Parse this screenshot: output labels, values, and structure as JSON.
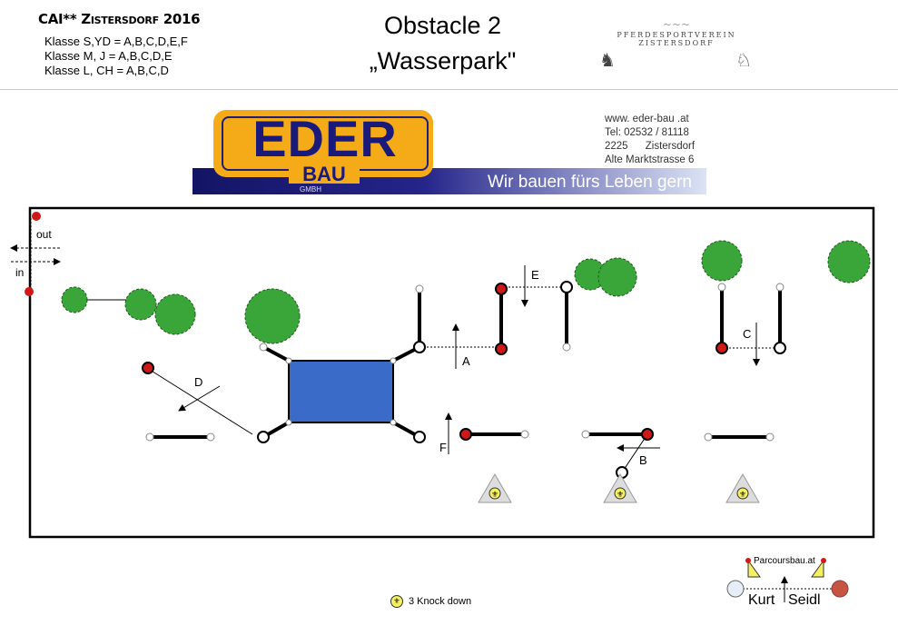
{
  "header": {
    "event": "CAI** Zistersdorf 2016",
    "classes": [
      "Klasse S,YD = A,B,C,D,E,F",
      "Klasse M, J = A,B,C,D,E",
      "Klasse L, CH = A,B,C,D"
    ],
    "title_line1": "Obstacle 2",
    "title_line2": "„Wasserpark\"",
    "club": "PFERDESPORTVEREIN ZISTERSDORF"
  },
  "sponsor": {
    "name": "EDER",
    "sub": "BAU",
    "form": "GMBH",
    "contact": [
      "www. eder-bau .at",
      "Tel: 02532 / 81118",
      "2225      Zistersdorf",
      "Alte Marktstrasse 6"
    ],
    "slogan": "Wir bauen fürs Leben gern"
  },
  "course": {
    "gate_labels": {
      "out": "out",
      "in": "in"
    },
    "gates": [
      "A",
      "B",
      "C",
      "D",
      "E",
      "F"
    ],
    "colors": {
      "red": "#d01818",
      "water": "#3a6bc8",
      "tree": "#3aa63a",
      "cone": "#f4f060"
    }
  },
  "legend": {
    "knockdown": "3 Knock down"
  },
  "designer": {
    "site": "Parcoursbau.at",
    "first": "Kurt",
    "last": "Seidl"
  }
}
